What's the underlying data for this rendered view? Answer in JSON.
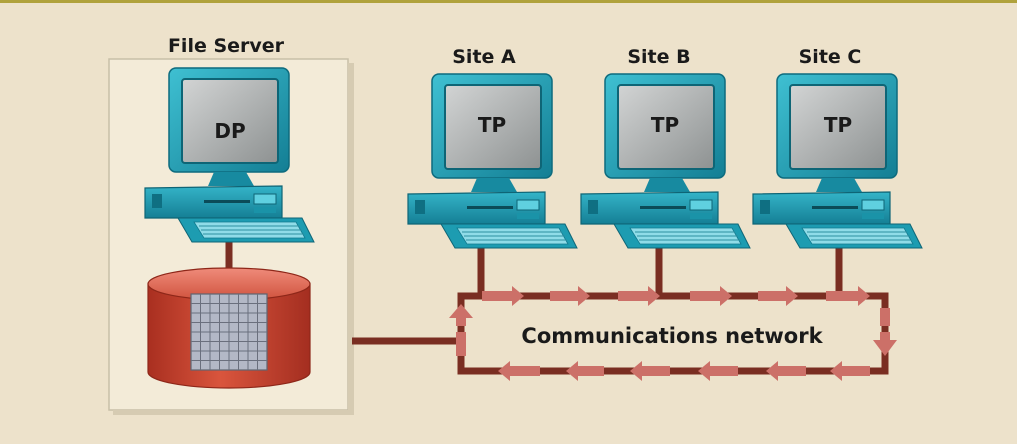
{
  "diagram": {
    "server_title": "File Server",
    "server_processor": "DP",
    "network_label": "Communications network",
    "sites": [
      {
        "name": "Site A",
        "processor": "TP"
      },
      {
        "name": "Site B",
        "processor": "TP"
      },
      {
        "name": "Site C",
        "processor": "TP"
      }
    ]
  },
  "colors": {
    "background": "#ede2cb",
    "top_border": "#b0a23c",
    "server_panel": "#f3ebd8",
    "network_line": "#7a2e22",
    "flow_arrows": "#cc7068",
    "database": "#c2402e",
    "monitor_frame": "#1f9eb3",
    "screen": "#a3a6a6",
    "grid_tile": "#9aa0b0"
  },
  "icons": [
    "computer-icon",
    "database-icon",
    "arrow-icon"
  ]
}
